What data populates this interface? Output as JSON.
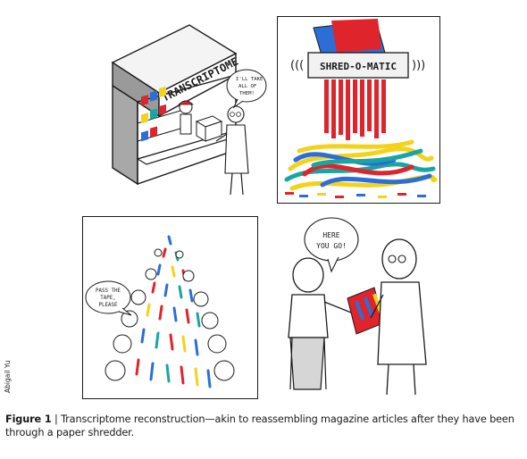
{
  "panels": {
    "stall": {
      "sign": "TRANSCRIPTOME",
      "speech": [
        "I'LL TAKE",
        "ALL OF",
        "THEM!"
      ]
    },
    "shredder": {
      "label": "SHRED-O-MATIC",
      "colors": {
        "red": "#e0242b",
        "blue": "#2b6fd6",
        "yellow": "#f4d21a",
        "teal": "#1aa6a0"
      }
    },
    "assembly": {
      "speech": [
        "PASS THE",
        "TAPE,",
        "PLEASE"
      ]
    },
    "handover": {
      "speech": [
        "HERE",
        "YOU GO!"
      ]
    }
  },
  "credit": "Abigail Yu",
  "caption": {
    "label": "Figure 1",
    "separator": " | ",
    "text": "Transcriptome reconstruction—akin to reassembling magazine articles after they have been through a paper shredder."
  }
}
